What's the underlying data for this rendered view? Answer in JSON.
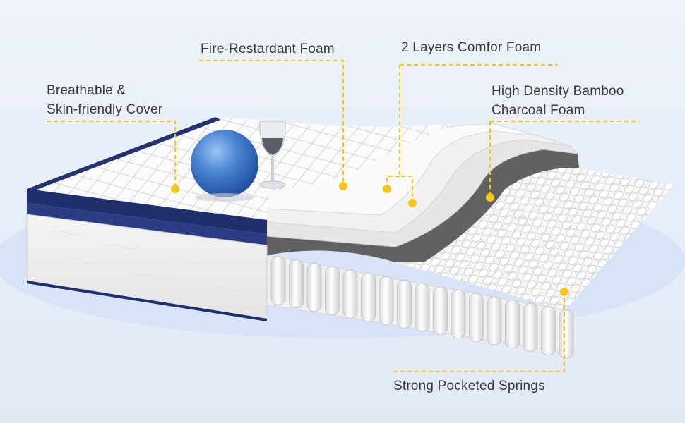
{
  "labels": {
    "cover": {
      "line1": "Breathable &",
      "line2": "Skin-friendly Cover"
    },
    "fire_foam": "Fire-Restardant Foam",
    "comfort_foam": "2 Layers Comfor Foam",
    "bamboo_foam": {
      "line1": "High Density Bamboo",
      "line2": "Charcoal Foam"
    },
    "springs": "Strong Pocketed Springs"
  },
  "colors": {
    "callout": "#f5c518",
    "cover_border": "#1f2f6e",
    "ball": "#3a74c6",
    "charcoal_foam": "#555555",
    "background": "#eaf0f9",
    "floor": "#d5e1f5"
  }
}
